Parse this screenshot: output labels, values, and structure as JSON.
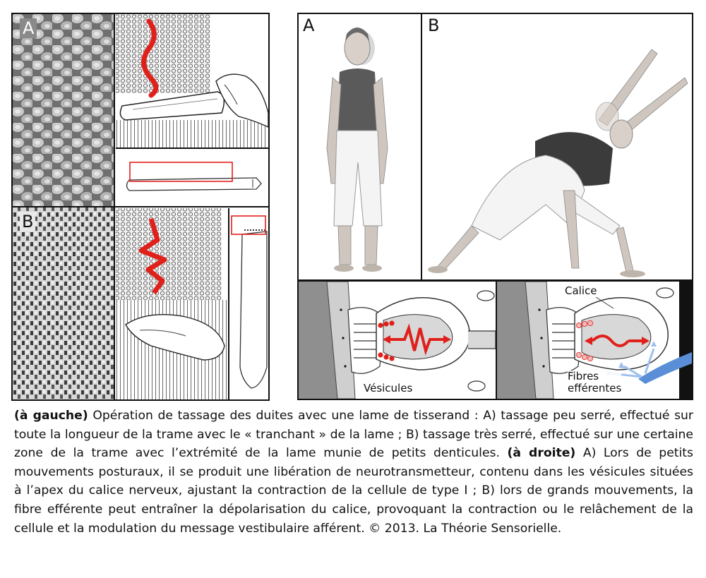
{
  "left_figure": {
    "label_a": "A",
    "label_b": "B"
  },
  "right_figure": {
    "label_a": "A",
    "label_b": "B",
    "annotations": {
      "calice": "Calice",
      "vesicules": "Vésicules",
      "fibres_line1": "Fibres",
      "fibres_line2": "efférentes"
    }
  },
  "colors": {
    "arrow_red": "#e0201a",
    "highlight_red": "#e0201a",
    "efferent_blue": "#5a8fd8",
    "efferent_light_blue": "#9fc0ee"
  },
  "caption": {
    "left_title": "(à gauche)",
    "left_text": " Opération de tassage des duites avec une lame de tisserand : A) tassage peu serré, effectué sur toute la longueur de la trame avec le « tranchant » de la lame ; B) tassage très serré, effectué sur une certaine zone de la trame avec l’extrémité de la lame munie de petits denticules. ",
    "right_title": "(à droite)",
    "right_text": " A) Lors de petits mouvements posturaux, il se produit une libération de neurotransmetteur, contenu dans les vésicules situées à l’apex du calice nerveux, ajustant la contraction de la cellule de type I ; B) lors de grands mouvements, la fibre efférente peut entraîner la dépolarisation du calice, provoquant la contraction ou le relâchement de la cellule et la modulation du message vestibulaire afférent. © 2013. La Théorie Sensorielle."
  }
}
